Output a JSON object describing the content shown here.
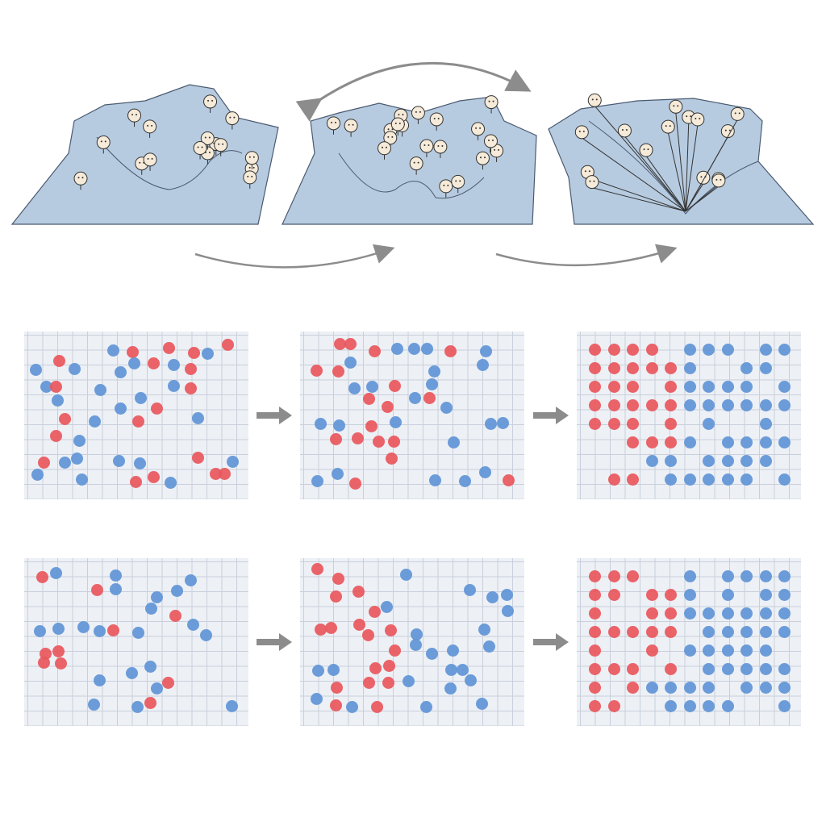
{
  "colors": {
    "red_agent": "#e8575c",
    "blue_agent": "#5f95d6",
    "terrain": "#b7cbe0",
    "terrain_edge": "#4a5a70",
    "arrow": "#8c8c8c",
    "panel_bg": "#edf0f5",
    "grid_line": "#c9d0dc"
  },
  "landscapes": [
    {
      "icon": "rugged-landscape-icon",
      "markers": 16
    },
    {
      "icon": "rugged-landscape-icon",
      "markers": 20
    },
    {
      "icon": "converging-valley-icon",
      "markers": 15
    }
  ],
  "grid_rows": [
    {
      "panels": [
        {
          "sorted_level": 0
        },
        {
          "sorted_level": 0.3
        },
        {
          "sorted_level": 1
        }
      ]
    },
    {
      "panels": [
        {
          "sorted_level": 0
        },
        {
          "sorted_level": 0.5
        },
        {
          "sorted_level": 1
        }
      ]
    }
  ],
  "icons": {
    "flow_arrow": "right-arrow-icon",
    "cycle_arrow": "curved-double-arrow-icon"
  }
}
